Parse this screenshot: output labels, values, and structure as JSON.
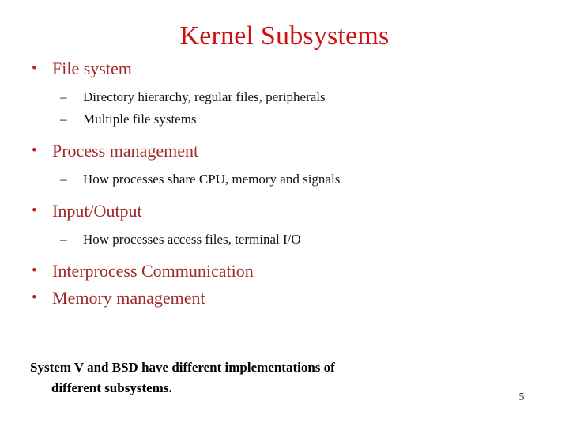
{
  "slide": {
    "title": "Kernel Subsystems",
    "page_number": "5",
    "colors": {
      "background": "#ffffff",
      "title": "#cc1111",
      "level1_text": "#a02828",
      "level1_bullet": "#c02020",
      "level2_text": "#111111",
      "footer_text": "#000000",
      "page_number": "#3a3a3a"
    },
    "markers": {
      "level1": "•",
      "level2": "–"
    },
    "outline": [
      {
        "level": 1,
        "text": "File system"
      },
      {
        "level": 2,
        "text": "Directory hierarchy, regular files, peripherals"
      },
      {
        "level": 2,
        "text": "Multiple file systems"
      },
      {
        "level": 1,
        "text": "Process management"
      },
      {
        "level": 2,
        "text": "How processes share CPU, memory and signals"
      },
      {
        "level": 1,
        "text": "Input/Output"
      },
      {
        "level": 2,
        "text": "How processes access files, terminal I/O"
      },
      {
        "level": 1,
        "text": "Interprocess Communication"
      },
      {
        "level": 1,
        "text": "Memory management"
      }
    ],
    "footer": {
      "line1": "System V and BSD have different implementations of",
      "line2": "different subsystems."
    }
  }
}
